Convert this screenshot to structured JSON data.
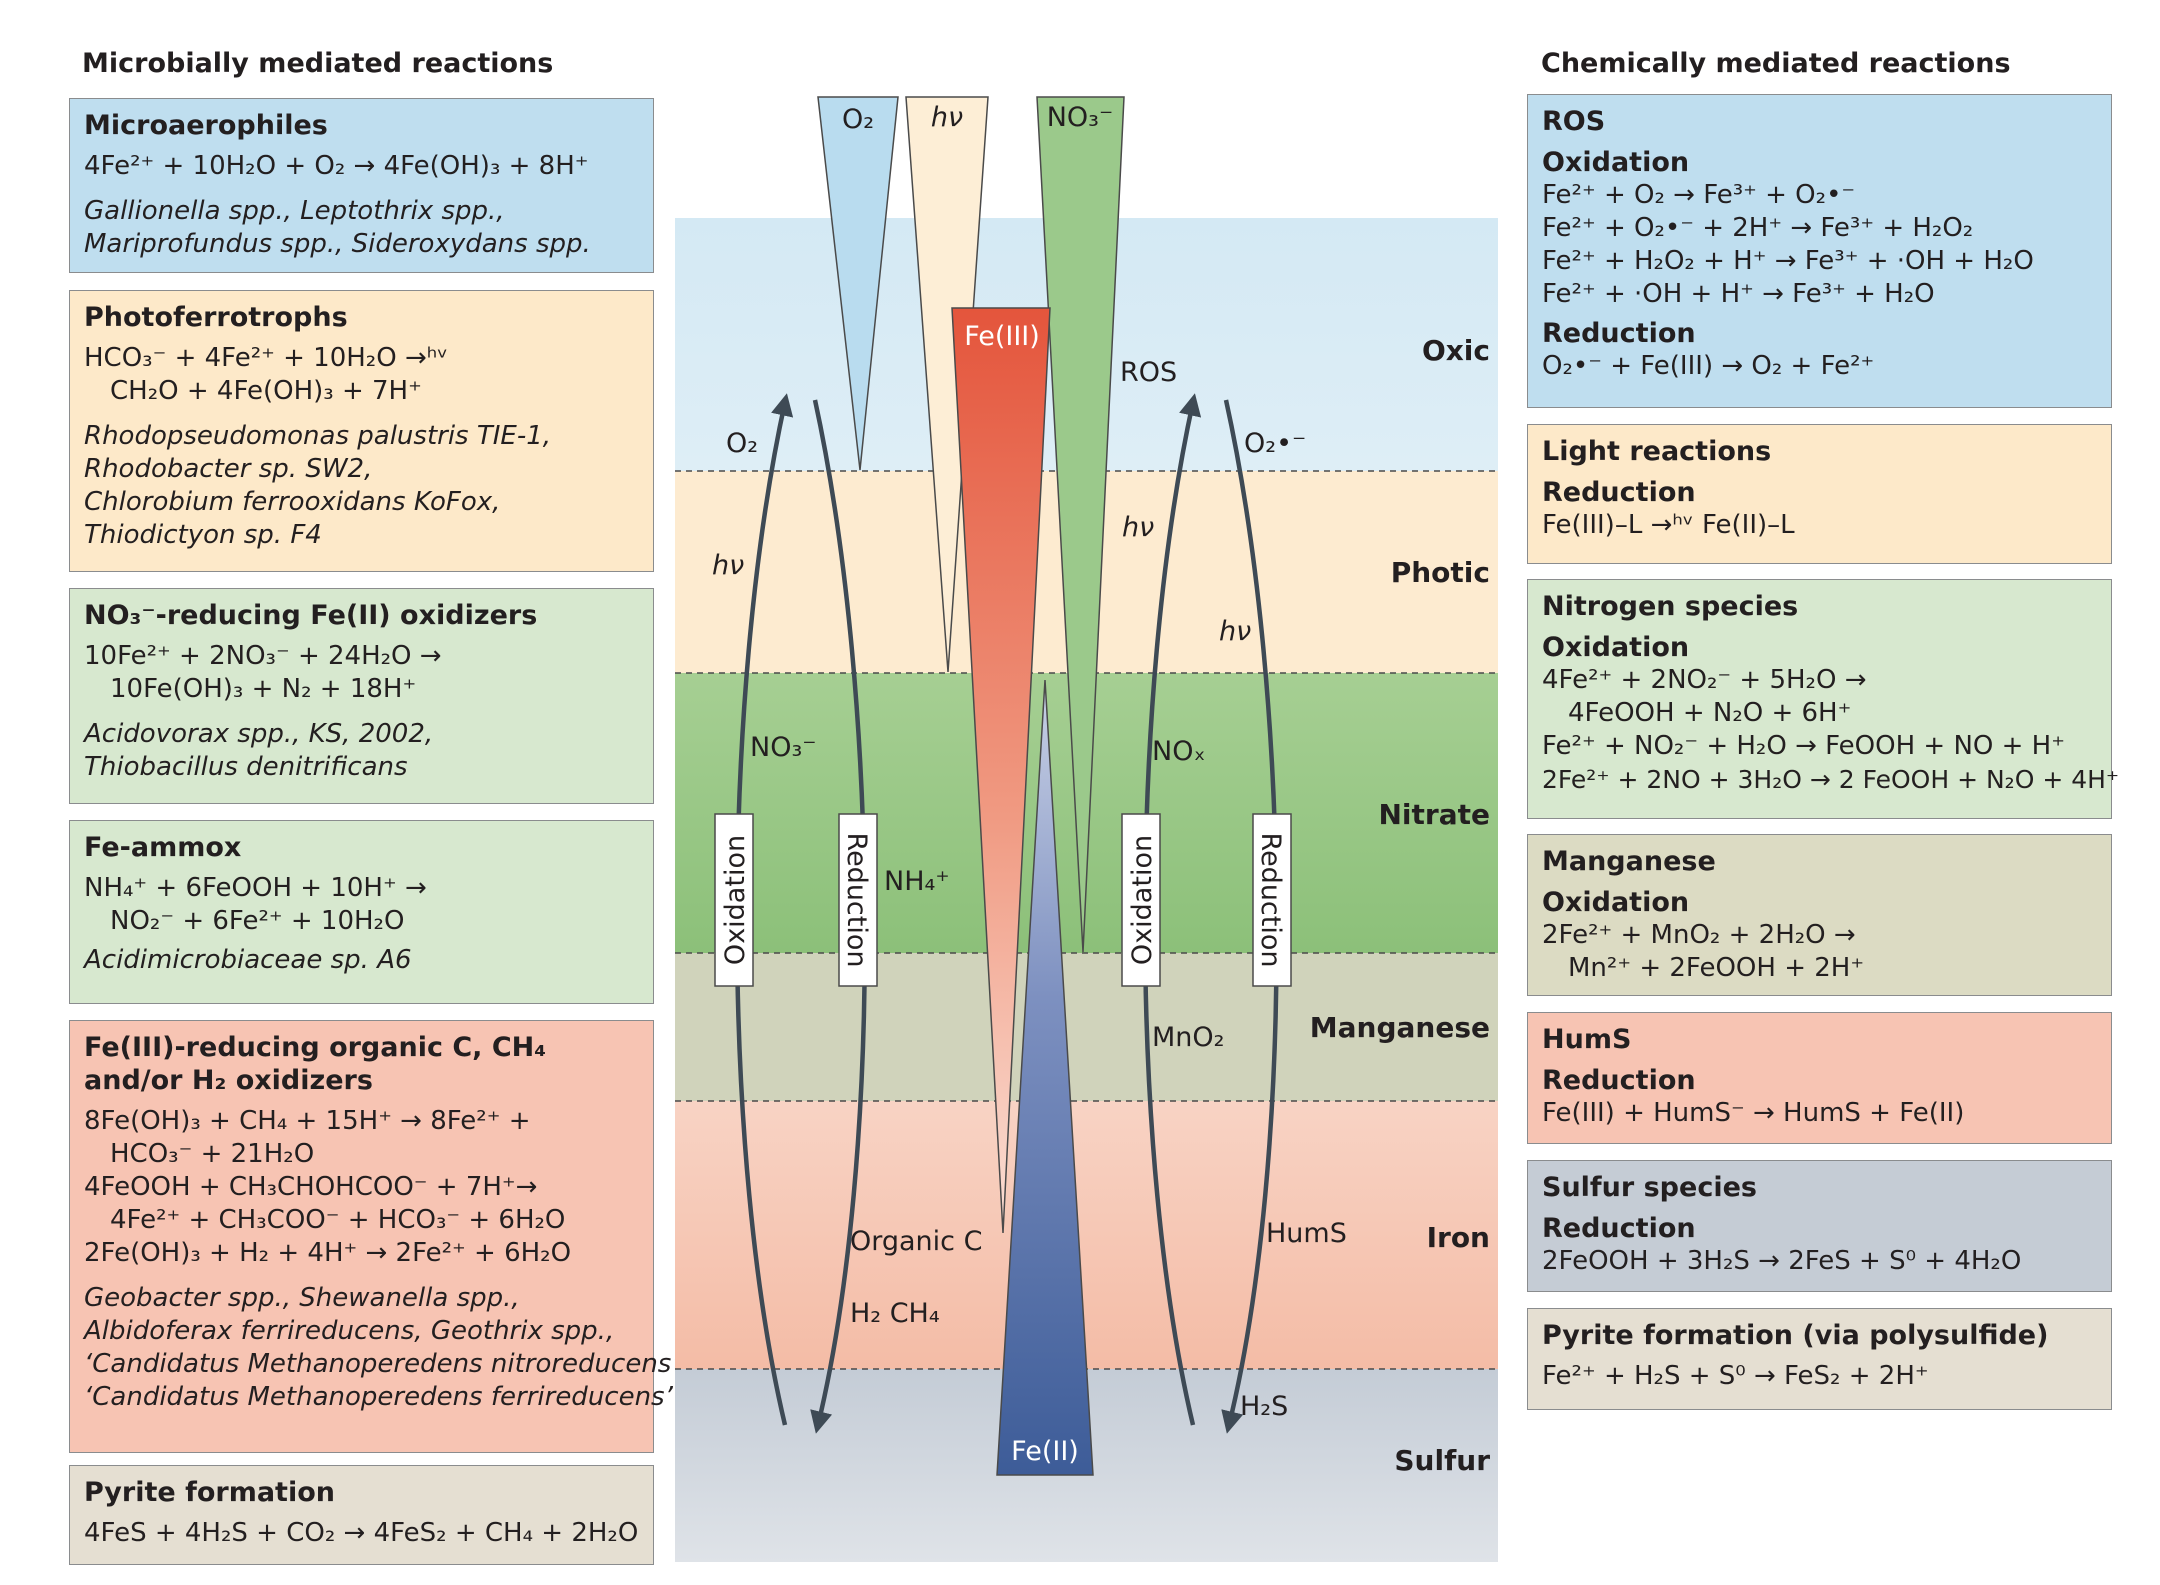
{
  "left_title": "Microbially mediated reactions",
  "right_title": "Chemically mediated reactions",
  "left_boxes": [
    {
      "title": "Microaerophiles",
      "lines": [
        "4Fe²⁺ + 10H₂O + O₂ → 4Fe(OH)₃ + 8H⁺"
      ],
      "organisms": [
        "Gallionella spp., Leptothrix spp.,",
        "Mariprofundus spp., Sideroxydans spp."
      ]
    },
    {
      "title": "Photoferrotrophs",
      "lines": [
        "HCO₃⁻ + 4Fe²⁺ + 10H₂O →ʰᵛ",
        "CH₂O + 4Fe(OH)₃ + 7H⁺"
      ],
      "organisms": [
        "Rhodopseudomonas palustris TIE-1,",
        "Rhodobacter sp. SW2,",
        "Chlorobium ferrooxidans KoFox,",
        "Thiodictyon sp. F4"
      ]
    },
    {
      "title": "NO₃⁻-reducing Fe(II) oxidizers",
      "lines": [
        "10Fe²⁺ + 2NO₃⁻ + 24H₂O →",
        "10Fe(OH)₃ + N₂ + 18H⁺"
      ],
      "organisms": [
        "Acidovorax spp., KS, 2002,",
        "Thiobacillus denitrificans"
      ]
    },
    {
      "title": "Fe-ammox",
      "lines": [
        "NH₄⁺ + 6FeOOH + 10H⁺ →",
        "NO₂⁻ + 6Fe²⁺ + 10H₂O"
      ],
      "organisms": [
        "Acidimicrobiaceae sp. A6"
      ]
    },
    {
      "title": "Fe(III)-reducing organic C, CH₄ and/or H₂ oxidizers",
      "lines": [
        "8Fe(OH)₃ + CH₄ + 15H⁺ → 8Fe²⁺ +",
        "HCO₃⁻ + 21H₂O",
        "4FeOOH + CH₃CHOHCOO⁻ + 7H⁺→",
        "4Fe²⁺ + CH₃COO⁻ + HCO₃⁻ + 6H₂O",
        "2Fe(OH)₃ + H₂ + 4H⁺ → 2Fe²⁺ + 6H₂O"
      ],
      "organisms": [
        "Geobacter spp., Shewanella spp.,",
        "Albidoferax ferrireducens, Geothrix spp.,",
        "‘Candidatus Methanoperedens nitroreducens’,",
        "‘Candidatus Methanoperedens ferrireducens’"
      ]
    },
    {
      "title": "Pyrite formation",
      "lines": [
        "4FeS + 4H₂S + CO₂ → 4FeS₂ + CH₄ + 2H₂O"
      ],
      "organisms": []
    }
  ],
  "right_boxes": [
    {
      "title": "ROS",
      "groups": [
        {
          "sub": "Oxidation",
          "lines": [
            "Fe²⁺ + O₂ → Fe³⁺ + O₂•⁻",
            "Fe²⁺ + O₂•⁻ + 2H⁺ → Fe³⁺ + H₂O₂",
            "Fe²⁺ + H₂O₂ + H⁺ → Fe³⁺ + ·OH + H₂O",
            "Fe²⁺ + ·OH + H⁺ → Fe³⁺ + H₂O"
          ]
        },
        {
          "sub": "Reduction",
          "lines": [
            "O₂•⁻ + Fe(III) → O₂ + Fe²⁺"
          ]
        }
      ]
    },
    {
      "title": "Light reactions",
      "groups": [
        {
          "sub": "Reduction",
          "lines": [
            "Fe(III)–L →ʰᵛ Fe(II)–L"
          ]
        }
      ]
    },
    {
      "title": "Nitrogen species",
      "groups": [
        {
          "sub": "Oxidation",
          "lines": [
            "4Fe²⁺ + 2NO₂⁻ + 5H₂O →",
            "4FeOOH + N₂O + 6H⁺",
            "Fe²⁺ + NO₂⁻ + H₂O → FeOOH + NO + H⁺",
            "2Fe²⁺ + 2NO + 3H₂O → 2 FeOOH + N₂O + 4H⁺"
          ]
        }
      ]
    },
    {
      "title": "Manganese",
      "groups": [
        {
          "sub": "Oxidation",
          "lines": [
            "2Fe²⁺ + MnO₂ + 2H₂O →",
            "Mn²⁺ + 2FeOOH + 2H⁺"
          ]
        }
      ]
    },
    {
      "title": "HumS",
      "groups": [
        {
          "sub": "Reduction",
          "lines": [
            "Fe(III) + HumS⁻ → HumS + Fe(II)"
          ]
        }
      ]
    },
    {
      "title": "Sulfur species",
      "groups": [
        {
          "sub": "Reduction",
          "lines": [
            "2FeOOH + 3H₂S → 2FeS + S⁰ + 4H₂O"
          ]
        }
      ]
    },
    {
      "title": "Pyrite formation (via polysulfide)",
      "groups": [
        {
          "sub": "",
          "lines": [
            "Fe²⁺ + H₂S + S⁰ → FeS₂ + 2H⁺"
          ]
        }
      ]
    }
  ],
  "zones": [
    "Oxic",
    "Photic",
    "Nitrate",
    "Manganese",
    "Iron",
    "Sulfur"
  ],
  "top_wedges": [
    "O₂",
    "hν",
    "NO₃⁻"
  ],
  "fe3_label": "Fe(III)",
  "fe2_label": "Fe(II)",
  "left_cycle": {
    "oxidation": "Oxidation",
    "reduction": "Reduction",
    "o2": "O₂",
    "hv": "hν",
    "no3": "NO₃⁻",
    "nh4": "NH₄⁺",
    "organic": "Organic C",
    "h2ch4": "H₂  CH₄"
  },
  "right_cycle": {
    "oxidation": "Oxidation",
    "reduction": "Reduction",
    "ros": "ROS",
    "o2rad": "O₂•⁻",
    "hv1": "hν",
    "hv2": "hν",
    "nox": "NOₓ",
    "mno2": "MnO₂",
    "hums": "HumS",
    "h2s": "H₂S"
  },
  "colors": {
    "oxic": "#d8ebf4",
    "photic": "#fdebd0",
    "nitrate": "#a6cf93",
    "manganese": "#d0d3bb",
    "iron": "#f5c4b0",
    "sulfur": "#c9d0d8",
    "fe3": "#e4553c",
    "fe2": "#3d5c98",
    "o2wedge": "#b9dcef",
    "hvwedge": "#fdeed6",
    "no3wedge": "#9bc98b"
  }
}
